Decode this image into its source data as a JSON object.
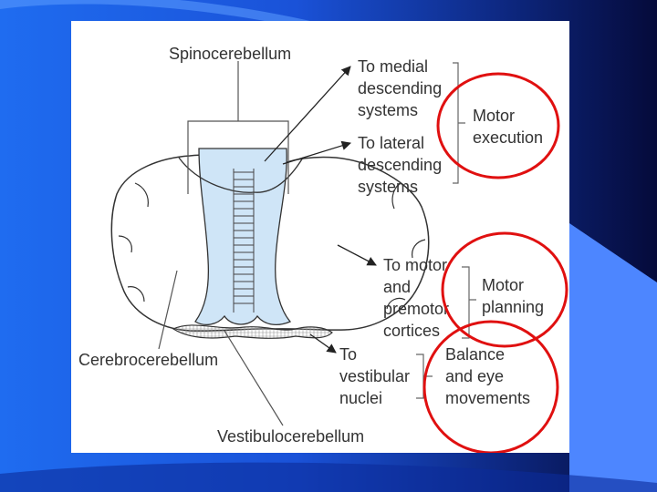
{
  "labels": {
    "spinocerebellum": "Spinocerebellum",
    "cerebrocerebellum": "Cerebrocerebellum",
    "vestibulocerebellum": "Vestibulocerebellum"
  },
  "targets": {
    "medial": [
      "To medial",
      "descending",
      "systems"
    ],
    "lateral": [
      "To lateral",
      "descending",
      "systems"
    ],
    "motor_cortex": [
      "To motor",
      "and",
      "premotor",
      "cortices"
    ],
    "vestibular": [
      "To",
      "vestibular",
      "nuclei"
    ]
  },
  "functions": {
    "motor_execution": [
      "Motor",
      "execution"
    ],
    "motor_planning": [
      "Motor",
      "planning"
    ],
    "balance": [
      "Balance",
      "and eye",
      "movements"
    ]
  },
  "colors": {
    "highlight_circle": "#e01010",
    "vermis_fill": "#cfe5f7",
    "panel": "#ffffff"
  }
}
